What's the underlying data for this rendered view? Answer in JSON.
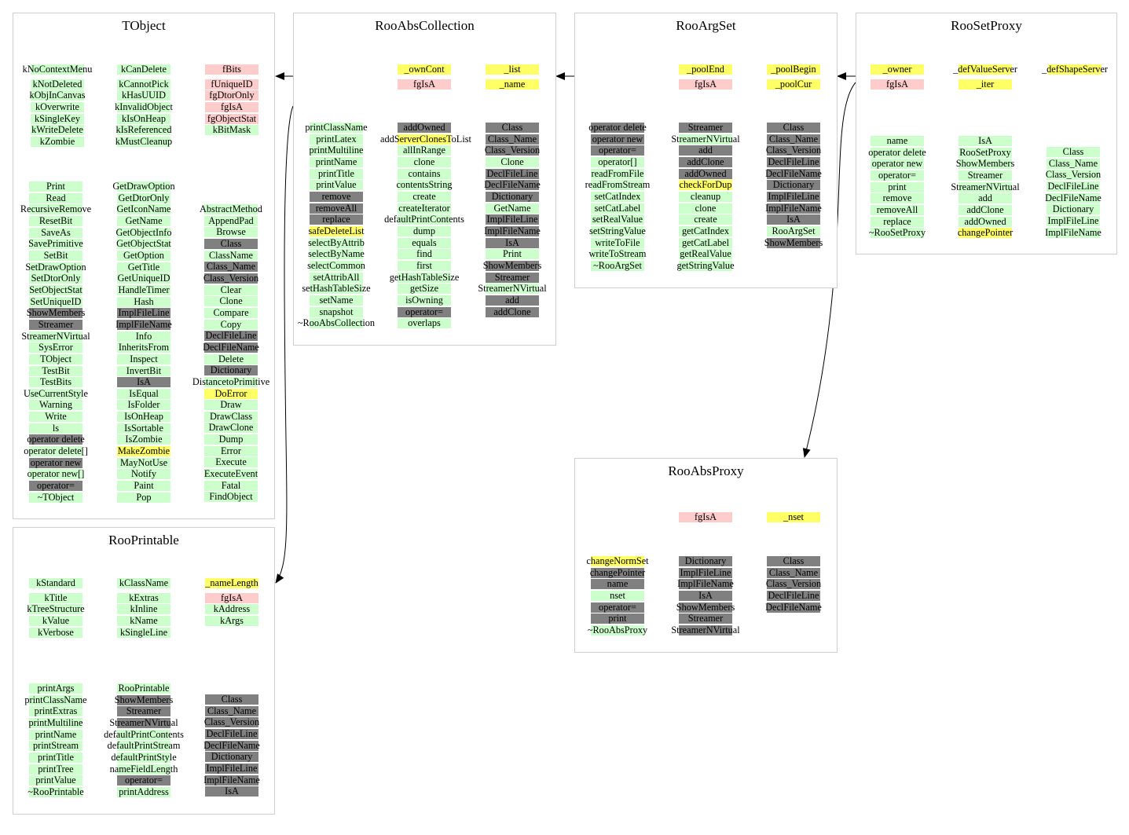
{
  "colors": {
    "public": "#ccffcc",
    "inherited": "#808080",
    "data": "#ffff66",
    "static": "#ffcccc",
    "border": "#cfcfcf"
  },
  "classes": {
    "tobject": {
      "title": "TObject",
      "c1": [
        [
          "kNoContextMenu",
          "g",
          "g"
        ],
        [
          "kNotDeleted",
          "g"
        ],
        [
          "kObjInCanvas",
          "g"
        ],
        [
          "kOverwrite",
          "g"
        ],
        [
          "kSingleKey",
          "g"
        ],
        [
          "kWriteDelete",
          "g"
        ],
        [
          "kZombie",
          "g"
        ]
      ],
      "c2": [
        [
          "kCanDelete",
          "g"
        ],
        [
          "kCannotPick",
          "g"
        ],
        [
          "kHasUUID",
          "g"
        ],
        [
          "kInvalidObject",
          "g"
        ],
        [
          "kIsOnHeap",
          "g"
        ],
        [
          "kIsReferenced",
          "g"
        ],
        [
          "kMustCleanup",
          "g"
        ]
      ],
      "c3": [
        [
          "fBits",
          "p"
        ],
        [
          "fUniqueID",
          "p"
        ],
        [
          "fgDtorOnly",
          "p"
        ],
        [
          "fgIsA",
          "p"
        ],
        [
          "fgObjectStat",
          "p"
        ],
        [
          "kBitMask",
          "g"
        ]
      ],
      "m1": [
        [
          "Print",
          "g"
        ],
        [
          "Read",
          "g"
        ],
        [
          "RecursiveRemove",
          "g"
        ],
        [
          "ResetBit",
          "g"
        ],
        [
          "SaveAs",
          "g"
        ],
        [
          "SavePrimitive",
          "g"
        ],
        [
          "SetBit",
          "g"
        ],
        [
          "SetDrawOption",
          "g"
        ],
        [
          "SetDtorOnly",
          "g"
        ],
        [
          "SetObjectStat",
          "g"
        ],
        [
          "SetUniqueID",
          "g"
        ],
        [
          "ShowMembers",
          "d"
        ],
        [
          "Streamer",
          "d"
        ],
        [
          "StreamerNVirtual",
          "g"
        ],
        [
          "SysError",
          "g"
        ],
        [
          "TObject",
          "g"
        ],
        [
          "TestBit",
          "g"
        ],
        [
          "TestBits",
          "g"
        ],
        [
          "UseCurrentStyle",
          "g"
        ],
        [
          "Warning",
          "g"
        ],
        [
          "Write",
          "g"
        ],
        [
          "ls",
          "g"
        ],
        [
          "operator delete",
          "d"
        ],
        [
          "operator delete[]",
          "g"
        ],
        [
          "operator new",
          "d"
        ],
        [
          "operator new[]",
          "g"
        ],
        [
          "operator=",
          "d"
        ],
        [
          "~TObject",
          "g"
        ]
      ],
      "m2": [
        [
          "GetDrawOption",
          "g"
        ],
        [
          "GetDtorOnly",
          "g"
        ],
        [
          "GetIconName",
          "g"
        ],
        [
          "GetName",
          "g"
        ],
        [
          "GetObjectInfo",
          "g"
        ],
        [
          "GetObjectStat",
          "g"
        ],
        [
          "GetOption",
          "g"
        ],
        [
          "GetTitle",
          "g"
        ],
        [
          "GetUniqueID",
          "g"
        ],
        [
          "HandleTimer",
          "g"
        ],
        [
          "Hash",
          "g"
        ],
        [
          "ImplFileLine",
          "d"
        ],
        [
          "ImplFileName",
          "d"
        ],
        [
          "Info",
          "g"
        ],
        [
          "InheritsFrom",
          "g"
        ],
        [
          "Inspect",
          "g"
        ],
        [
          "InvertBit",
          "g"
        ],
        [
          "IsA",
          "d"
        ],
        [
          "IsEqual",
          "g"
        ],
        [
          "IsFolder",
          "g"
        ],
        [
          "IsOnHeap",
          "g"
        ],
        [
          "IsSortable",
          "g"
        ],
        [
          "IsZombie",
          "g"
        ],
        [
          "MakeZombie",
          "y"
        ],
        [
          "MayNotUse",
          "g"
        ],
        [
          "Notify",
          "g"
        ],
        [
          "Paint",
          "g"
        ],
        [
          "Pop",
          "g"
        ]
      ],
      "m3": [
        [
          "AbstractMethod",
          "g"
        ],
        [
          "AppendPad",
          "g"
        ],
        [
          "Browse",
          "g"
        ],
        [
          "Class",
          "d"
        ],
        [
          "ClassName",
          "g"
        ],
        [
          "Class_Name",
          "d"
        ],
        [
          "Class_Version",
          "d"
        ],
        [
          "Clear",
          "g"
        ],
        [
          "Clone",
          "g"
        ],
        [
          "Compare",
          "g"
        ],
        [
          "Copy",
          "g"
        ],
        [
          "DeclFileLine",
          "d"
        ],
        [
          "DeclFileName",
          "d"
        ],
        [
          "Delete",
          "g"
        ],
        [
          "Dictionary",
          "d"
        ],
        [
          "DistancetoPrimitive",
          "g"
        ],
        [
          "DoError",
          "y"
        ],
        [
          "Draw",
          "g"
        ],
        [
          "DrawClass",
          "g"
        ],
        [
          "DrawClone",
          "g"
        ],
        [
          "Dump",
          "g"
        ],
        [
          "Error",
          "g"
        ],
        [
          "Execute",
          "g"
        ],
        [
          "ExecuteEvent",
          "g"
        ],
        [
          "Fatal",
          "g"
        ],
        [
          "FindObject",
          "g"
        ]
      ]
    },
    "rooabscollection": {
      "title": "RooAbsCollection",
      "c2": [
        [
          "_ownCont",
          "y"
        ],
        [
          "fgIsA",
          "p"
        ]
      ],
      "c3": [
        [
          "_list",
          "y"
        ],
        [
          "_name",
          "y"
        ]
      ],
      "m1": [
        [
          "printClassName",
          "g"
        ],
        [
          "printLatex",
          "g"
        ],
        [
          "printMultiline",
          "g"
        ],
        [
          "printName",
          "g"
        ],
        [
          "printTitle",
          "g"
        ],
        [
          "printValue",
          "g"
        ],
        [
          "remove",
          "d"
        ],
        [
          "removeAll",
          "d"
        ],
        [
          "replace",
          "d"
        ],
        [
          "safeDeleteList",
          "y"
        ],
        [
          "selectByAttrib",
          "g"
        ],
        [
          "selectByName",
          "g"
        ],
        [
          "selectCommon",
          "g"
        ],
        [
          "setAttribAll",
          "g"
        ],
        [
          "setHashTableSize",
          "g"
        ],
        [
          "setName",
          "g"
        ],
        [
          "snapshot",
          "g"
        ],
        [
          "~RooAbsCollection",
          "g"
        ]
      ],
      "m2": [
        [
          "addOwned",
          "d"
        ],
        [
          "addServerClonesToList",
          "y"
        ],
        [
          "allInRange",
          "g"
        ],
        [
          "clone",
          "g"
        ],
        [
          "contains",
          "g"
        ],
        [
          "contentsString",
          "g"
        ],
        [
          "create",
          "g"
        ],
        [
          "createIterator",
          "g"
        ],
        [
          "defaultPrintContents",
          "g"
        ],
        [
          "dump",
          "g"
        ],
        [
          "equals",
          "g"
        ],
        [
          "find",
          "g"
        ],
        [
          "first",
          "g"
        ],
        [
          "getHashTableSize",
          "g"
        ],
        [
          "getSize",
          "g"
        ],
        [
          "isOwning",
          "g"
        ],
        [
          "operator=",
          "d"
        ],
        [
          "overlaps",
          "g"
        ]
      ],
      "m3": [
        [
          "Class",
          "d"
        ],
        [
          "Class_Name",
          "d"
        ],
        [
          "Class_Version",
          "d"
        ],
        [
          "Clone",
          "g"
        ],
        [
          "DeclFileLine",
          "d"
        ],
        [
          "DeclFileName",
          "d"
        ],
        [
          "Dictionary",
          "d"
        ],
        [
          "GetName",
          "g"
        ],
        [
          "ImplFileLine",
          "d"
        ],
        [
          "ImplFileName",
          "d"
        ],
        [
          "IsA",
          "d"
        ],
        [
          "Print",
          "g"
        ],
        [
          "ShowMembers",
          "d"
        ],
        [
          "Streamer",
          "d"
        ],
        [
          "StreamerNVirtual",
          "g"
        ],
        [
          "add",
          "d"
        ],
        [
          "addClone",
          "d"
        ]
      ]
    },
    "rooargset": {
      "title": "RooArgSet",
      "c2": [
        [
          "_poolEnd",
          "y"
        ],
        [
          "fgIsA",
          "p"
        ]
      ],
      "c3": [
        [
          "_poolBegin",
          "y"
        ],
        [
          "_poolCur",
          "y"
        ]
      ],
      "m1": [
        [
          "operator delete",
          "d"
        ],
        [
          "operator new",
          "d"
        ],
        [
          "operator=",
          "d"
        ],
        [
          "operator[]",
          "g"
        ],
        [
          "readFromFile",
          "g"
        ],
        [
          "readFromStream",
          "g"
        ],
        [
          "setCatIndex",
          "g"
        ],
        [
          "setCatLabel",
          "g"
        ],
        [
          "setRealValue",
          "g"
        ],
        [
          "setStringValue",
          "g"
        ],
        [
          "writeToFile",
          "g"
        ],
        [
          "writeToStream",
          "g"
        ],
        [
          "~RooArgSet",
          "g"
        ]
      ],
      "m2": [
        [
          "Streamer",
          "d"
        ],
        [
          "StreamerNVirtual",
          "g"
        ],
        [
          "add",
          "d"
        ],
        [
          "addClone",
          "d"
        ],
        [
          "addOwned",
          "d"
        ],
        [
          "checkForDup",
          "y"
        ],
        [
          "cleanup",
          "g"
        ],
        [
          "clone",
          "g"
        ],
        [
          "create",
          "g"
        ],
        [
          "getCatIndex",
          "g"
        ],
        [
          "getCatLabel",
          "g"
        ],
        [
          "getRealValue",
          "g"
        ],
        [
          "getStringValue",
          "g"
        ]
      ],
      "m3": [
        [
          "Class",
          "d"
        ],
        [
          "Class_Name",
          "d"
        ],
        [
          "Class_Version",
          "d"
        ],
        [
          "DeclFileLine",
          "d"
        ],
        [
          "DeclFileName",
          "d"
        ],
        [
          "Dictionary",
          "d"
        ],
        [
          "ImplFileLine",
          "d"
        ],
        [
          "ImplFileName",
          "d"
        ],
        [
          "IsA",
          "d"
        ],
        [
          "RooArgSet",
          "g"
        ],
        [
          "ShowMembers",
          "d"
        ]
      ]
    },
    "roosetproxy": {
      "title": "RooSetProxy",
      "c1": [
        [
          "_owner",
          "y"
        ],
        [
          "fgIsA",
          "p"
        ]
      ],
      "c2": [
        [
          "_defValueServer",
          "y"
        ],
        [
          "_iter",
          "y"
        ]
      ],
      "c3": [
        [
          "_defShapeServer",
          "y"
        ]
      ],
      "m1": [
        [
          "name",
          "g"
        ],
        [
          "operator delete",
          "g"
        ],
        [
          "operator new",
          "g"
        ],
        [
          "operator=",
          "g"
        ],
        [
          "print",
          "g"
        ],
        [
          "remove",
          "g"
        ],
        [
          "removeAll",
          "g"
        ],
        [
          "replace",
          "g"
        ],
        [
          "~RooSetProxy",
          "g"
        ]
      ],
      "m2": [
        [
          "IsA",
          "g"
        ],
        [
          "RooSetProxy",
          "g"
        ],
        [
          "ShowMembers",
          "g"
        ],
        [
          "Streamer",
          "g"
        ],
        [
          "StreamerNVirtual",
          "g"
        ],
        [
          "add",
          "g"
        ],
        [
          "addClone",
          "g"
        ],
        [
          "addOwned",
          "g"
        ],
        [
          "changePointer",
          "y"
        ]
      ],
      "m3": [
        [
          "Class",
          "g"
        ],
        [
          "Class_Name",
          "g"
        ],
        [
          "Class_Version",
          "g"
        ],
        [
          "DeclFileLine",
          "g"
        ],
        [
          "DeclFileName",
          "g"
        ],
        [
          "Dictionary",
          "g"
        ],
        [
          "ImplFileLine",
          "g"
        ],
        [
          "ImplFileName",
          "g"
        ]
      ]
    },
    "rooabsproxy": {
      "title": "RooAbsProxy",
      "c2": [
        [
          "fgIsA",
          "p"
        ]
      ],
      "c3": [
        [
          "_nset",
          "y"
        ]
      ],
      "m1": [
        [
          "changeNormSet",
          "y"
        ],
        [
          "changePointer",
          "d"
        ],
        [
          "name",
          "d"
        ],
        [
          "nset",
          "g"
        ],
        [
          "operator=",
          "d"
        ],
        [
          "print",
          "d"
        ],
        [
          "~RooAbsProxy",
          "g"
        ]
      ],
      "m2": [
        [
          "Dictionary",
          "d"
        ],
        [
          "ImplFileLine",
          "d"
        ],
        [
          "ImplFileName",
          "d"
        ],
        [
          "IsA",
          "d"
        ],
        [
          "ShowMembers",
          "d"
        ],
        [
          "Streamer",
          "d"
        ],
        [
          "StreamerNVirtual",
          "d"
        ]
      ],
      "m3": [
        [
          "Class",
          "d"
        ],
        [
          "Class_Name",
          "d"
        ],
        [
          "Class_Version",
          "d"
        ],
        [
          "DeclFileLine",
          "d"
        ],
        [
          "DeclFileName",
          "d"
        ]
      ]
    },
    "rooprintable": {
      "title": "RooPrintable",
      "c1": [
        [
          "kStandard",
          "g"
        ],
        [
          "kTitle",
          "g"
        ],
        [
          "kTreeStructure",
          "g"
        ],
        [
          "kValue",
          "g"
        ],
        [
          "kVerbose",
          "g"
        ]
      ],
      "c2": [
        [
          "kClassName",
          "g"
        ],
        [
          "kExtras",
          "g"
        ],
        [
          "kInline",
          "g"
        ],
        [
          "kName",
          "g"
        ],
        [
          "kSingleLine",
          "g"
        ]
      ],
      "c3": [
        [
          "_nameLength",
          "y"
        ],
        [
          "fgIsA",
          "p"
        ],
        [
          "kAddress",
          "g"
        ],
        [
          "kArgs",
          "g"
        ]
      ],
      "m1": [
        [
          "printArgs",
          "g"
        ],
        [
          "printClassName",
          "g"
        ],
        [
          "printExtras",
          "g"
        ],
        [
          "printMultiline",
          "g"
        ],
        [
          "printName",
          "g"
        ],
        [
          "printStream",
          "g"
        ],
        [
          "printTitle",
          "g"
        ],
        [
          "printTree",
          "g"
        ],
        [
          "printValue",
          "g"
        ],
        [
          "~RooPrintable",
          "g"
        ]
      ],
      "m2": [
        [
          "RooPrintable",
          "g"
        ],
        [
          "ShowMembers",
          "d"
        ],
        [
          "Streamer",
          "d"
        ],
        [
          "StreamerNVirtual",
          "d"
        ],
        [
          "defaultPrintContents",
          "g"
        ],
        [
          "defaultPrintStream",
          "g"
        ],
        [
          "defaultPrintStyle",
          "g"
        ],
        [
          "nameFieldLength",
          "g"
        ],
        [
          "operator=",
          "d"
        ],
        [
          "printAddress",
          "g"
        ]
      ],
      "m3": [
        [
          "Class",
          "d"
        ],
        [
          "Class_Name",
          "d"
        ],
        [
          "Class_Version",
          "d"
        ],
        [
          "DeclFileLine",
          "d"
        ],
        [
          "DeclFileName",
          "d"
        ],
        [
          "Dictionary",
          "d"
        ],
        [
          "ImplFileLine",
          "d"
        ],
        [
          "ImplFileName",
          "d"
        ],
        [
          "IsA",
          "d"
        ]
      ]
    }
  }
}
